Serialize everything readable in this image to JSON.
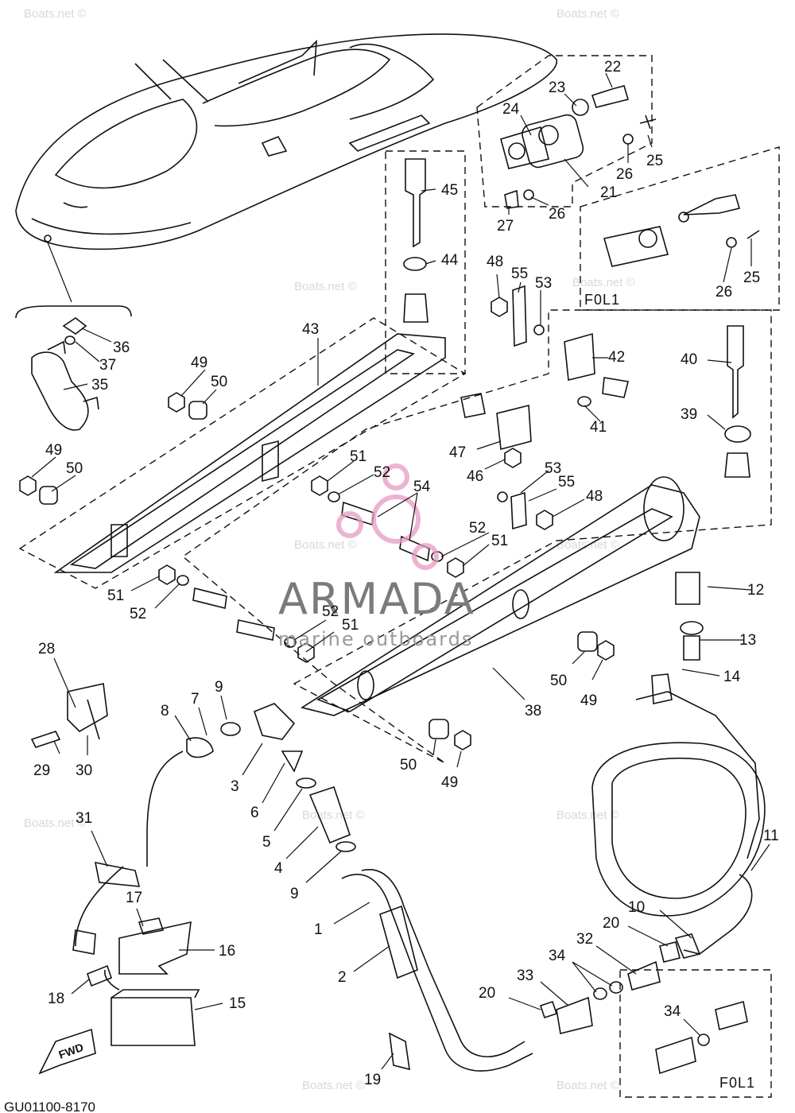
{
  "diagram_code": "GU01100-8170",
  "fwd_label": "FWD",
  "fol_label": "F0L1",
  "brand": {
    "name": "ARMADA",
    "tagline": "marine outboards"
  },
  "watermark": "Boats.net ©",
  "callouts": [
    {
      "id": "c1",
      "text": "1"
    },
    {
      "id": "c2",
      "text": "2"
    },
    {
      "id": "c3",
      "text": "3"
    },
    {
      "id": "c4",
      "text": "4"
    },
    {
      "id": "c5",
      "text": "5"
    },
    {
      "id": "c6",
      "text": "6"
    },
    {
      "id": "c7",
      "text": "7"
    },
    {
      "id": "c8",
      "text": "8"
    },
    {
      "id": "c9a",
      "text": "9"
    },
    {
      "id": "c9b",
      "text": "9"
    },
    {
      "id": "c10",
      "text": "10"
    },
    {
      "id": "c11",
      "text": "11"
    },
    {
      "id": "c12",
      "text": "12"
    },
    {
      "id": "c13",
      "text": "13"
    },
    {
      "id": "c14",
      "text": "14"
    },
    {
      "id": "c15",
      "text": "15"
    },
    {
      "id": "c16",
      "text": "16"
    },
    {
      "id": "c17",
      "text": "17"
    },
    {
      "id": "c18",
      "text": "18"
    },
    {
      "id": "c19",
      "text": "19"
    },
    {
      "id": "c20a",
      "text": "20"
    },
    {
      "id": "c20b",
      "text": "20"
    },
    {
      "id": "c21",
      "text": "21"
    },
    {
      "id": "c22",
      "text": "22"
    },
    {
      "id": "c23",
      "text": "23"
    },
    {
      "id": "c24",
      "text": "24"
    },
    {
      "id": "c25a",
      "text": "25"
    },
    {
      "id": "c25b",
      "text": "25"
    },
    {
      "id": "c26a",
      "text": "26"
    },
    {
      "id": "c26b",
      "text": "26"
    },
    {
      "id": "c26c",
      "text": "26"
    },
    {
      "id": "c27",
      "text": "27"
    },
    {
      "id": "c28",
      "text": "28"
    },
    {
      "id": "c29",
      "text": "29"
    },
    {
      "id": "c30",
      "text": "30"
    },
    {
      "id": "c31",
      "text": "31"
    },
    {
      "id": "c32",
      "text": "32"
    },
    {
      "id": "c33",
      "text": "33"
    },
    {
      "id": "c34a",
      "text": "34"
    },
    {
      "id": "c34b",
      "text": "34"
    },
    {
      "id": "c35",
      "text": "35"
    },
    {
      "id": "c36",
      "text": "36"
    },
    {
      "id": "c37",
      "text": "37"
    },
    {
      "id": "c38",
      "text": "38"
    },
    {
      "id": "c39",
      "text": "39"
    },
    {
      "id": "c40",
      "text": "40"
    },
    {
      "id": "c41",
      "text": "41"
    },
    {
      "id": "c42",
      "text": "42"
    },
    {
      "id": "c43",
      "text": "43"
    },
    {
      "id": "c44",
      "text": "44"
    },
    {
      "id": "c45",
      "text": "45"
    },
    {
      "id": "c46",
      "text": "46"
    },
    {
      "id": "c47",
      "text": "47"
    },
    {
      "id": "c48a",
      "text": "48"
    },
    {
      "id": "c48b",
      "text": "48"
    },
    {
      "id": "c49a",
      "text": "49"
    },
    {
      "id": "c49b",
      "text": "49"
    },
    {
      "id": "c49c",
      "text": "49"
    },
    {
      "id": "c49d",
      "text": "49"
    },
    {
      "id": "c50a",
      "text": "50"
    },
    {
      "id": "c50b",
      "text": "50"
    },
    {
      "id": "c50c",
      "text": "50"
    },
    {
      "id": "c50d",
      "text": "50"
    },
    {
      "id": "c51a",
      "text": "51"
    },
    {
      "id": "c51b",
      "text": "51"
    },
    {
      "id": "c51c",
      "text": "51"
    },
    {
      "id": "c51d",
      "text": "51"
    },
    {
      "id": "c52a",
      "text": "52"
    },
    {
      "id": "c52b",
      "text": "52"
    },
    {
      "id": "c52c",
      "text": "52"
    },
    {
      "id": "c52d",
      "text": "52"
    },
    {
      "id": "c53a",
      "text": "53"
    },
    {
      "id": "c53b",
      "text": "53"
    },
    {
      "id": "c54",
      "text": "54"
    },
    {
      "id": "c55a",
      "text": "55"
    },
    {
      "id": "c55b",
      "text": "55"
    }
  ]
}
